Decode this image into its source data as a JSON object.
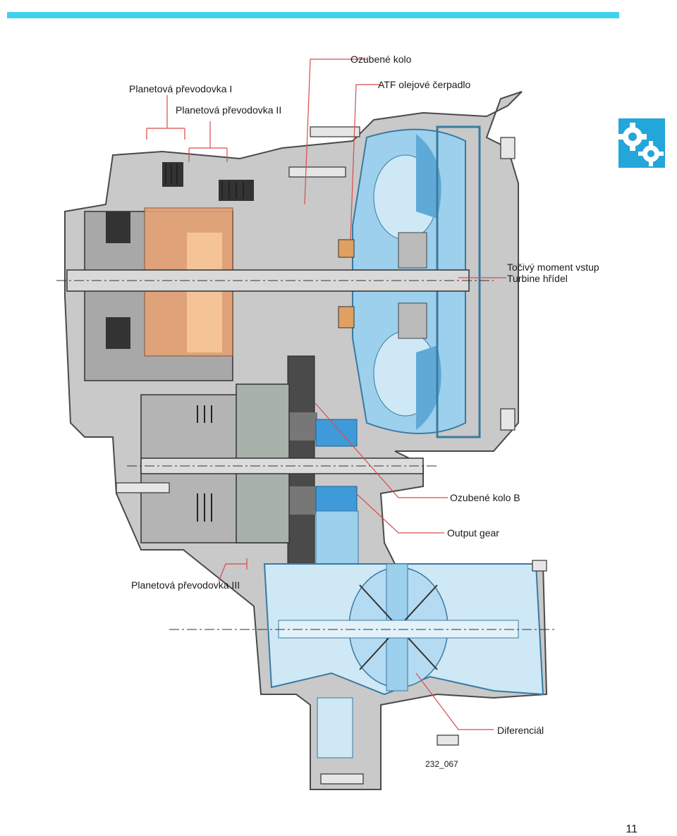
{
  "labels": {
    "ozubene_kolo": "Ozubené kolo",
    "planet_I": "Planetová převodovka I",
    "atf_pump": "ATF olejové čerpadlo",
    "planet_II": "Planetová převodovka II",
    "tocivy_moment": "Točivý moment vstup",
    "turbine_hridel": "Turbine hřídel",
    "ozubene_kolo_b": "Ozubené kolo B",
    "output_gear": "Output gear",
    "planet_III": "Planetová převodovka III",
    "diferencial": "Diferenciál"
  },
  "figure_id": "232_067",
  "page_number": "11",
  "colors": {
    "accent_bar": "#3fd2ee",
    "logo": "#23a6d9",
    "housing": "#c9c9c9",
    "converter_blue": "#9cd0ec",
    "planet_orange": "#e9a171",
    "leader_red": "#d94a4a"
  },
  "icons": {
    "logo": "gears-logo-icon"
  }
}
